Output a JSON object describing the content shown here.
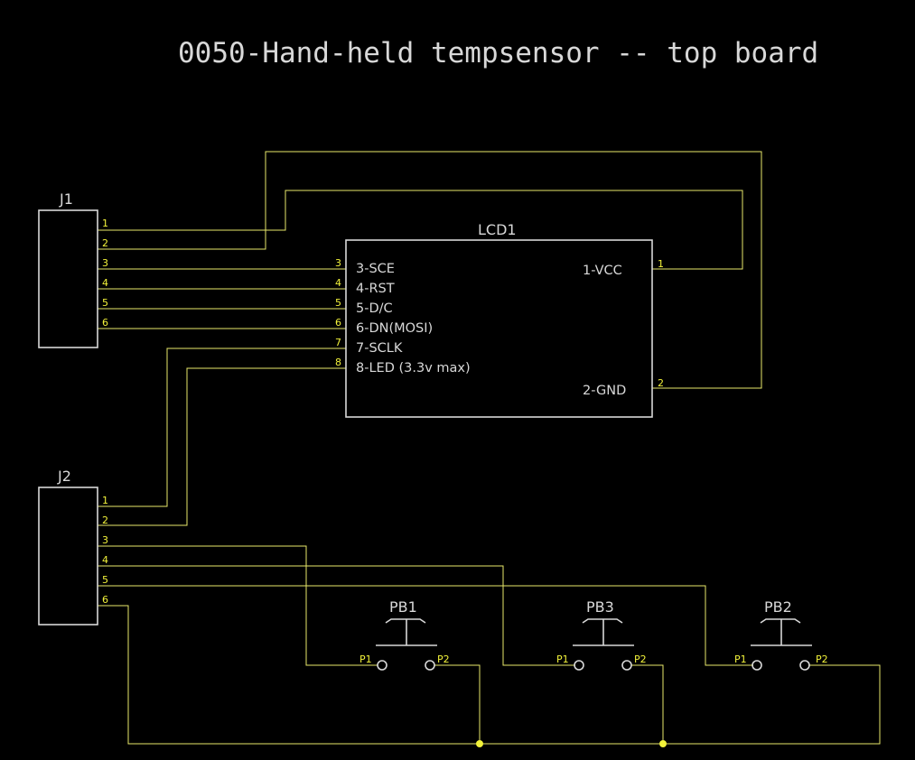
{
  "title": "0050-Hand-held tempsensor -- top board",
  "colors": {
    "background": "#000000",
    "wire": "#e8e86a",
    "pin_number": "#f2f23a",
    "component": "#d8d8d8"
  },
  "j1": {
    "ref": "J1",
    "pins": [
      "1",
      "2",
      "3",
      "4",
      "5",
      "6"
    ]
  },
  "j2": {
    "ref": "J2",
    "pins": [
      "1",
      "2",
      "3",
      "4",
      "5",
      "6"
    ]
  },
  "lcd1": {
    "ref": "LCD1",
    "left_pins": [
      {
        "num": "3",
        "label": "3-SCE"
      },
      {
        "num": "4",
        "label": "4-RST"
      },
      {
        "num": "5",
        "label": "5-D/C"
      },
      {
        "num": "6",
        "label": "6-DN(MOSI)"
      },
      {
        "num": "7",
        "label": "7-SCLK"
      },
      {
        "num": "8",
        "label": "8-LED (3.3v max)"
      }
    ],
    "right_pins": [
      {
        "num": "1",
        "label": "1-VCC"
      },
      {
        "num": "2",
        "label": "2-GND"
      }
    ]
  },
  "buttons": [
    {
      "ref": "PB1",
      "p1": "P1",
      "p2": "P2"
    },
    {
      "ref": "PB3",
      "p1": "P1",
      "p2": "P2"
    },
    {
      "ref": "PB2",
      "p1": "P1",
      "p2": "P2"
    }
  ]
}
